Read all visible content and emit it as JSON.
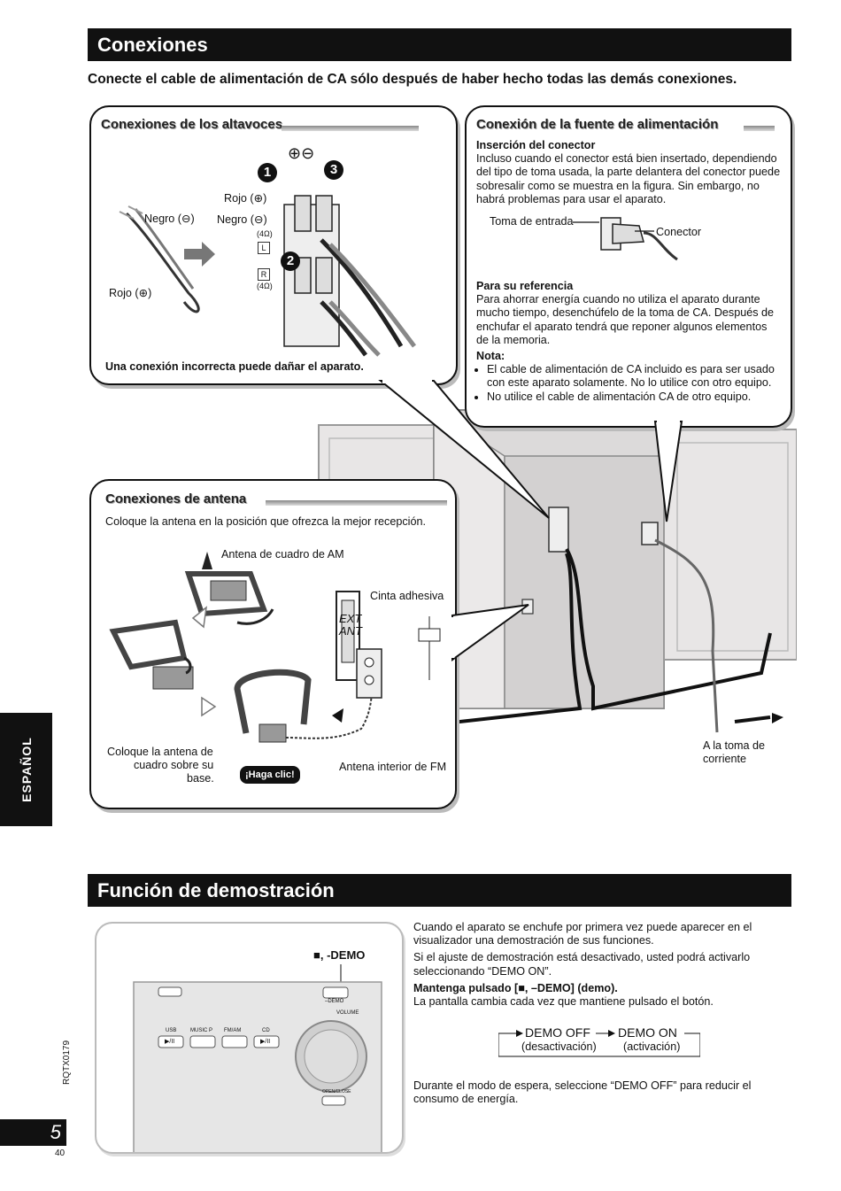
{
  "conexiones": {
    "title": "Conexiones",
    "lead": "Conecte el cable de alimentación de CA sólo después de haber hecho todas las demás conexiones.",
    "altavoces": {
      "title": "Conexiones de los altavoces",
      "label_negro_left": "Negro (⊖)",
      "label_rojo_left": "Rojo (⊕)",
      "label_rojo_right": "Rojo (⊕)",
      "label_negro_right": "Negro (⊖)",
      "label_ohm_1": "(4Ω)",
      "label_ohm_2": "(4Ω)",
      "label_L": "L",
      "label_R": "R",
      "polarity": "⊕⊖",
      "step1": "1",
      "step2": "2",
      "step3": "3",
      "warning": "Una conexión incorrecta puede dañar el aparato."
    },
    "alimentacion": {
      "title": "Conexión de la fuente de alimentación",
      "insercion_heading": "Inserción del conector",
      "insercion_text": "Incluso cuando el conector está bien insertado, dependiendo del tipo de toma usada, la parte delantera del conector puede sobresalir como se muestra en la figura. Sin embargo, no habrá problemas para usar el aparato.",
      "label_toma": "Toma de entrada",
      "label_conector": "Conector",
      "referencia_heading": "Para su referencia",
      "referencia_text": "Para ahorrar energía cuando no utiliza el aparato durante mucho tiempo, desenchúfelo de la toma de CA. Después de enchufar el aparato tendrá que reponer algunos elementos de la memoria.",
      "nota_heading": "Nota:",
      "nota_1": "El cable de alimentación de CA incluido es para ser usado con este aparato solamente. No lo utilice con otro equipo.",
      "nota_2": "No utilice el cable de alimentación CA de otro equipo."
    },
    "antena": {
      "title": "Conexiones de antena",
      "intro": "Coloque la antena en la posición que ofrezca la mejor recepción.",
      "label_am": "Antena de cuadro de AM",
      "label_cinta": "Cinta adhesiva",
      "label_ext": "EXT",
      "label_ant": "ANT",
      "label_coloque_1": "Coloque la antena de",
      "label_coloque_2": "cuadro sobre su",
      "label_coloque_3": "base.",
      "haga_clic": "¡Haga clic!",
      "label_fm": "Antena interior de FM"
    },
    "toma_corriente_1": "A la toma de",
    "toma_corriente_2": "corriente"
  },
  "side_tab": "ESPAÑOL",
  "doc_code": "RQTX0179",
  "page_number": "5",
  "page_sub": "40",
  "demo": {
    "title": "Función de demostración",
    "label_demo_btn": "■, -DEMO",
    "panel_labels": {
      "usb": "USB",
      "music": "MUSIC P",
      "fmam": "FM/AM",
      "cd": "CD",
      "volume": "VOLUME",
      "open": "OPEN/CLOSE",
      "demo_small": "–DEMO",
      "play1": "▶/II",
      "play2": "▶/II"
    },
    "p1": "Cuando el aparato se enchufe por primera vez puede aparecer en el visualizador una demostración de sus funciones.",
    "p2": "Si el ajuste de demostración está desactivado, usted podrá activarlo seleccionando “DEMO ON”.",
    "p3_heading": "Mantenga pulsado [■, –DEMO] (demo).",
    "p3_text": "La pantalla cambia cada vez que mantiene pulsado el botón.",
    "flow": {
      "off": "DEMO OFF",
      "off_sub": "(desactivación)",
      "on": "DEMO ON",
      "on_sub": "(activación)"
    },
    "p4": "Durante el modo de espera, seleccione “DEMO OFF” para reducir el consumo de energía."
  }
}
